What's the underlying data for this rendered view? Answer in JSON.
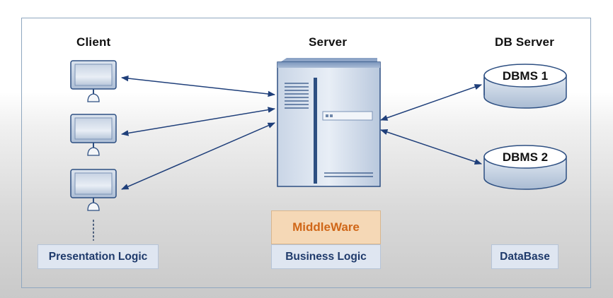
{
  "titles": {
    "client": "Client",
    "server": "Server",
    "db_server": "DB Server"
  },
  "databases": [
    {
      "label": "DBMS 1"
    },
    {
      "label": "DBMS 2"
    }
  ],
  "tiers": {
    "presentation": "Presentation Logic",
    "middleware": "MiddleWare",
    "business": "Business Logic",
    "database": "DataBase"
  },
  "colors": {
    "arrow": "#1f3f7a",
    "label_box_bg": "#dfe6f1",
    "label_text": "#1f3a6b",
    "middleware_bg": "#f5d8b6",
    "middleware_text": "#d06718",
    "frame_border": "#8fa7bf"
  },
  "icons": {
    "client": "monitor-icon",
    "server": "server-tower-icon",
    "database": "database-disk-icon"
  }
}
